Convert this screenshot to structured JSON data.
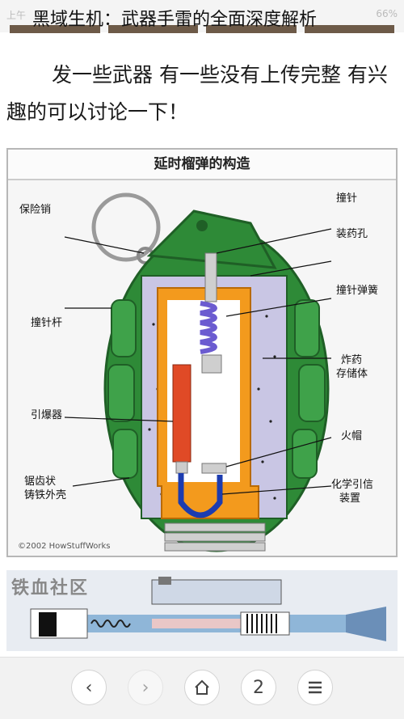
{
  "status": {
    "time": "上午",
    "battery": "66%"
  },
  "page_title": "黑域生机：武器手雷的全面深度解析",
  "post": {
    "text": "发一些武器 有一些没有上传完整 有兴趣的可以讨论一下！"
  },
  "diagram": {
    "title": "延时榴弹的构造",
    "labels": {
      "safety_pin": "保险销",
      "striker_lever": "撞针杆",
      "detonator": "引爆器",
      "serrated_iron_shell_1": "锯齿状",
      "serrated_iron_shell_2": "铸铁外壳",
      "striker": "撞针",
      "filling_hole": "装药孔",
      "striker_spring": "撞针弹簧",
      "explosive_1": "炸药",
      "explosive_2": "存储体",
      "primer": "火帽",
      "chemical_fuse_1": "化学引信",
      "chemical_fuse_2": "装置"
    },
    "credit": "©2002 HowStuffWorks"
  },
  "lower_image": {
    "watermark": "铁血社区"
  },
  "nav": {
    "back": "‹",
    "forward": "›",
    "home": "home",
    "tabs_count": "2",
    "menu": "menu"
  }
}
